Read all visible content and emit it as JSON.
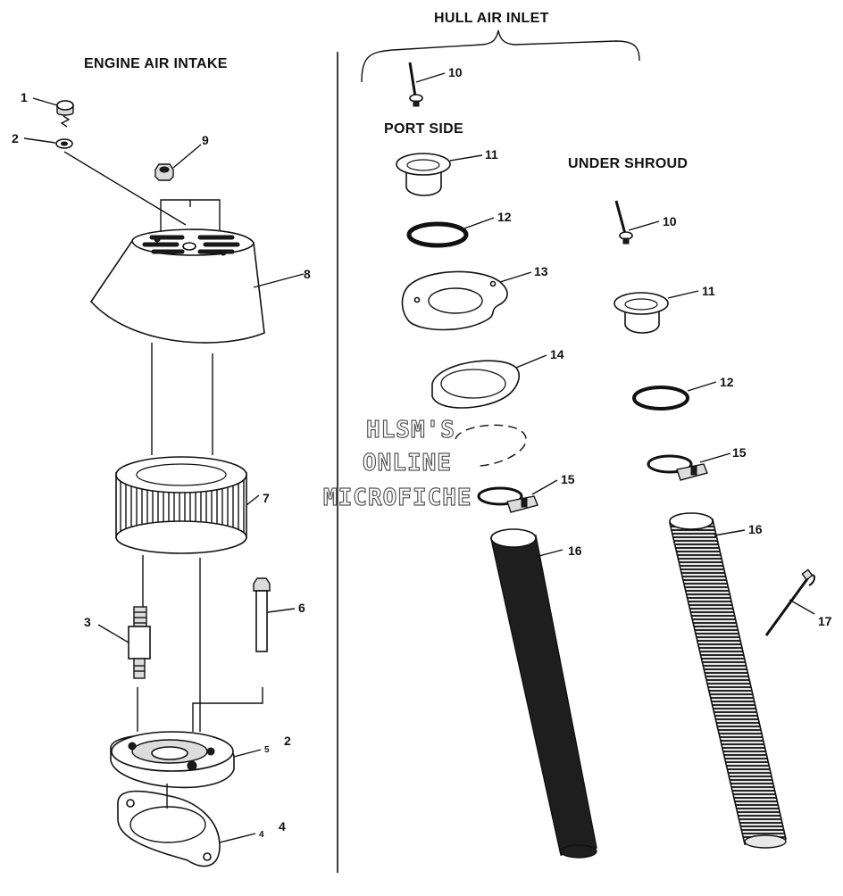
{
  "headers": {
    "engine_air_intake": "ENGINE AIR INTAKE",
    "hull_air_inlet": "HULL AIR INLET",
    "port_side": "PORT SIDE",
    "under_shroud": "UNDER SHROUD"
  },
  "watermark": {
    "line1": "HLSM'S",
    "line2": "ONLINE",
    "line3": "MICROFICHE"
  },
  "callouts": {
    "c1": "1",
    "c2a": "2",
    "c2b": "2",
    "c3": "3",
    "c4": "4",
    "c4small": "4",
    "c5small": "5",
    "c6": "6",
    "c7": "7",
    "c8": "8",
    "c9": "9",
    "c10a": "10",
    "c10b": "10",
    "c11a": "11",
    "c11b": "11",
    "c12a": "12",
    "c12b": "12",
    "c13": "13",
    "c14": "14",
    "c15a": "15",
    "c15b": "15",
    "c16a": "16",
    "c16b": "16",
    "c17": "17"
  }
}
